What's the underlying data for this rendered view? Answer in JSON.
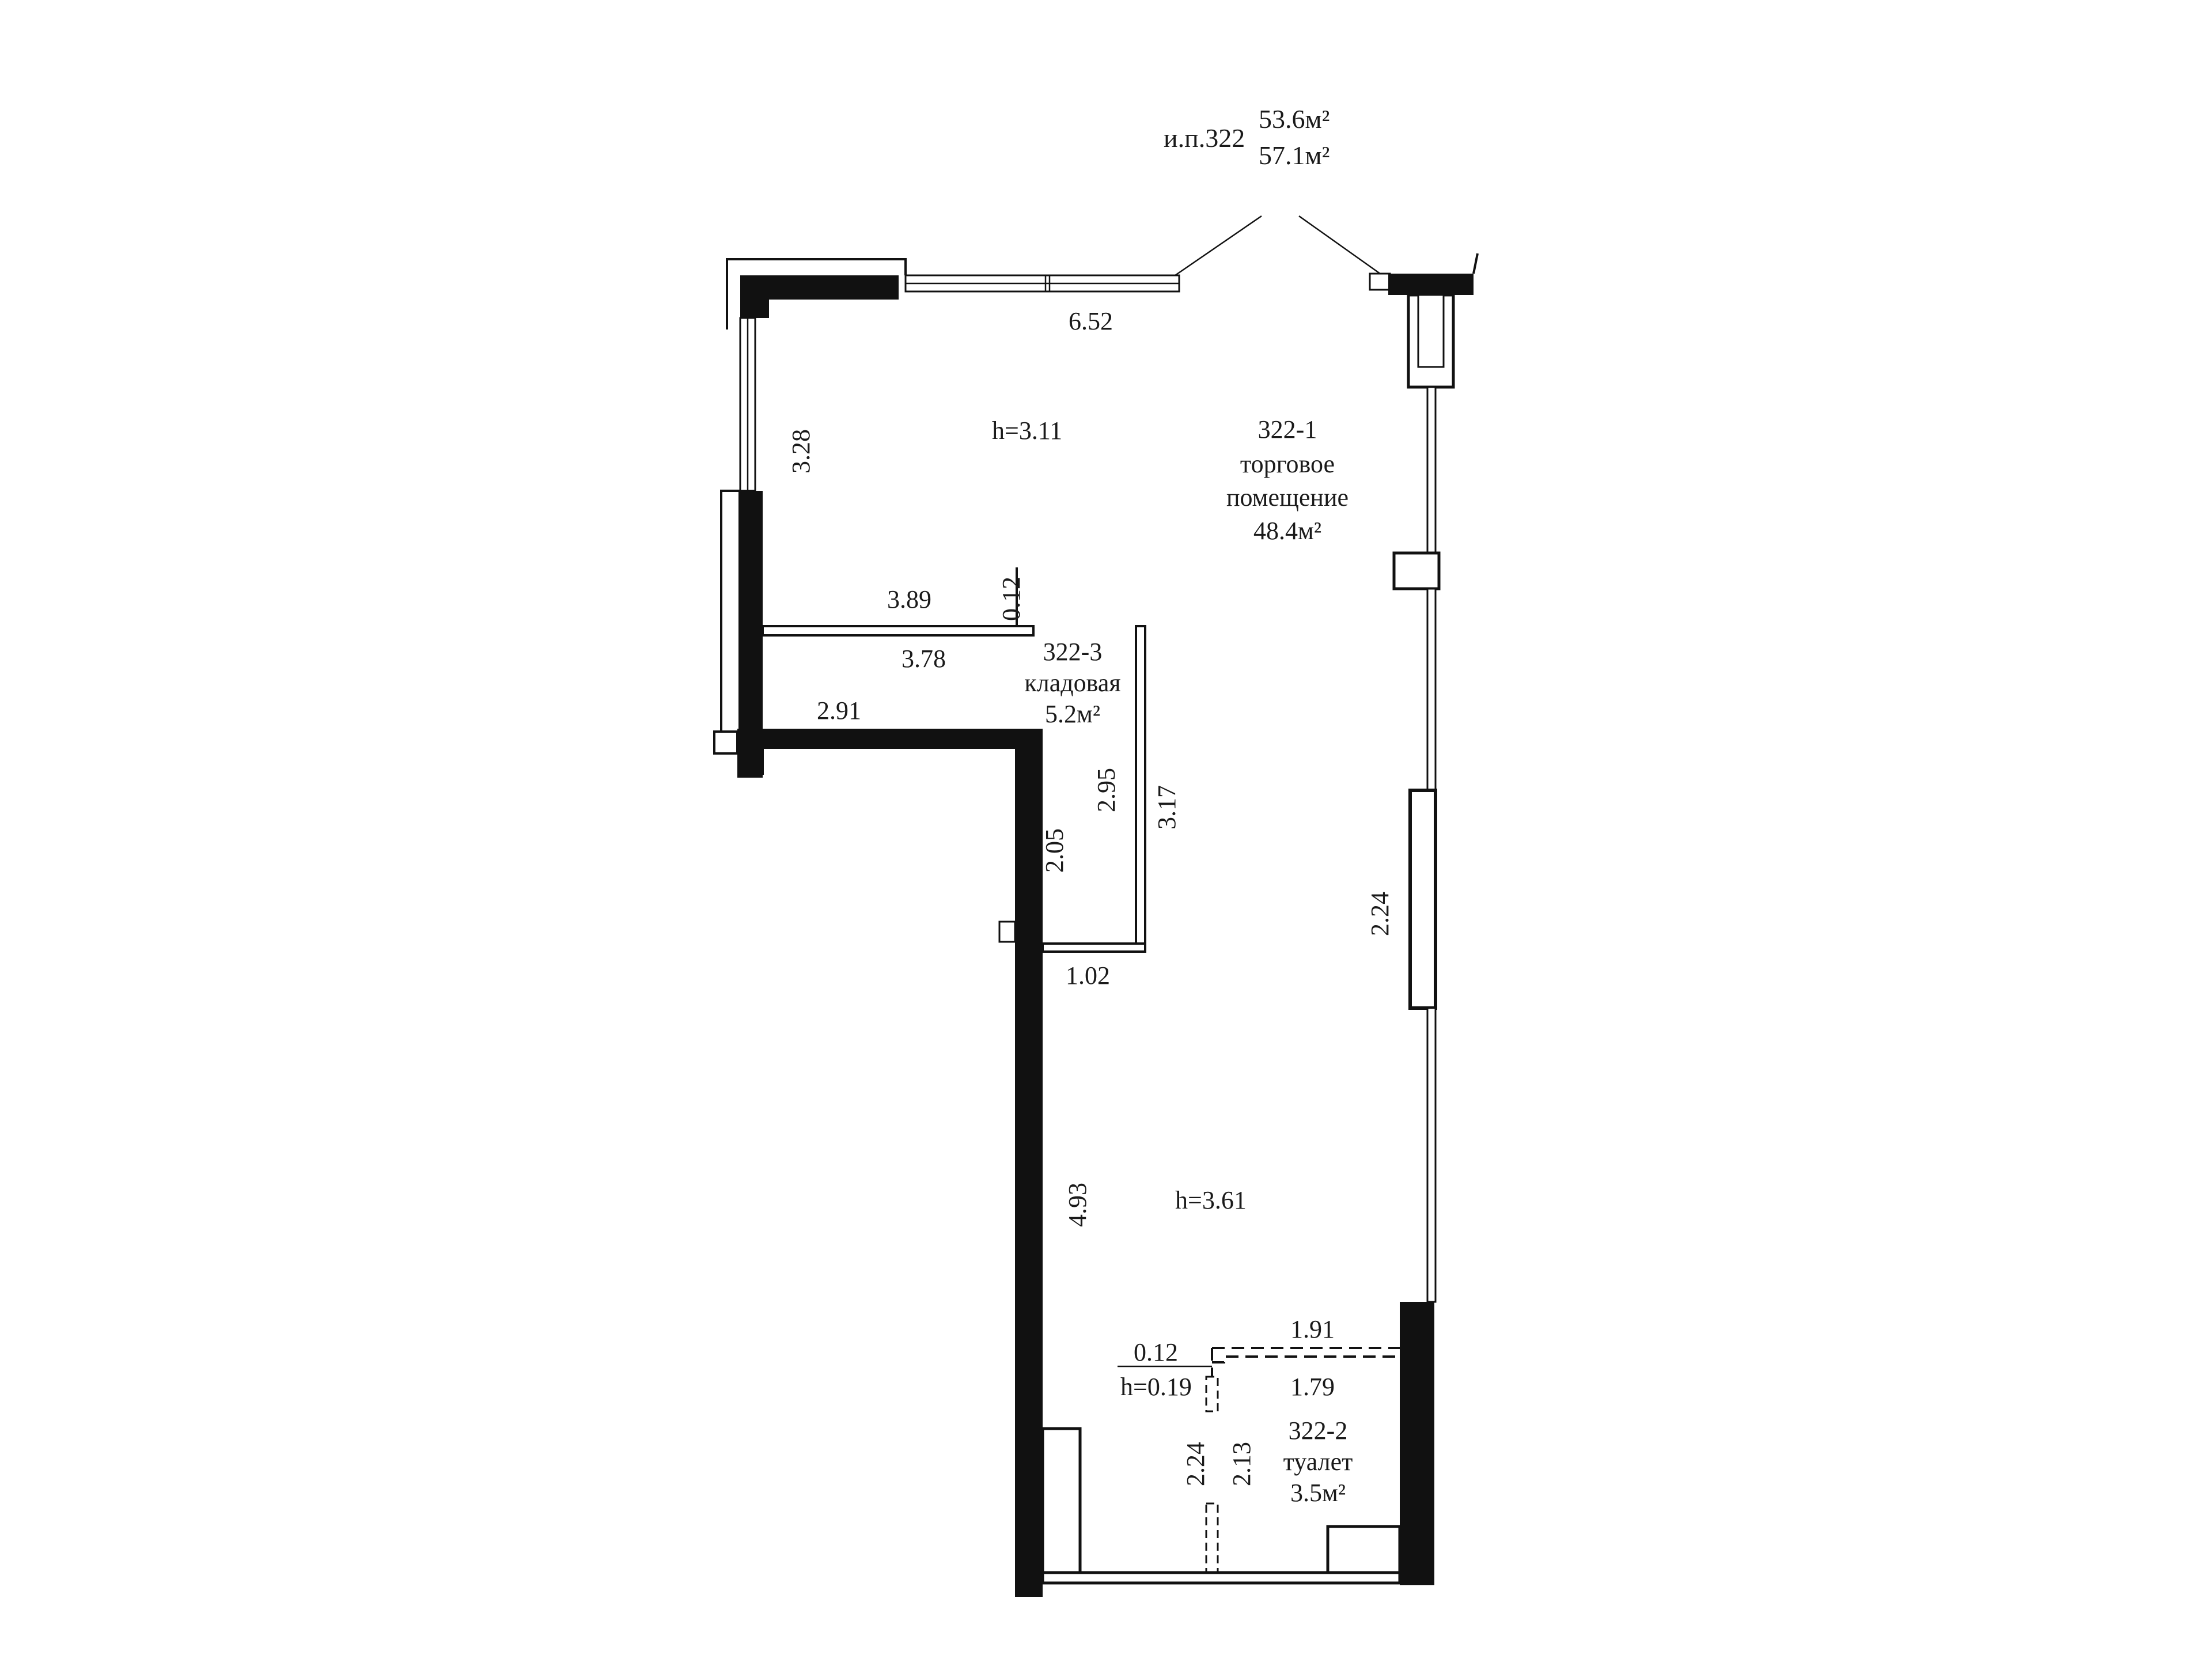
{
  "header": {
    "unit_code": "и.п.322",
    "area_1": "53.6м²",
    "area_2": "57.1м²"
  },
  "rooms": {
    "sales": {
      "code": "322-1",
      "name_line1": "торговое",
      "name_line2": "помещение",
      "area": "48.4м²"
    },
    "storage": {
      "code": "322-3",
      "name": "кладовая",
      "area": "5.2м²"
    },
    "toilet": {
      "code": "322-2",
      "name": "туалет",
      "area": "3.5м²"
    }
  },
  "heights": {
    "upper": "h=3.11",
    "lower": "h=3.61",
    "step": "h=0.19"
  },
  "dimensions": {
    "top_width": "6.52",
    "left_wall": "3.28",
    "partition_top": "3.89",
    "partition_thk": "0.12",
    "partition_bottom": "3.78",
    "lower_top": "2.91",
    "storage_inner": "2.95",
    "storage_outer": "3.17",
    "corridor": "2.05",
    "storage_bottom": "1.02",
    "right_window": "2.24",
    "lower_left": "4.93",
    "toilet_top": "1.91",
    "toilet_thk": "0.12",
    "toilet_inner": "1.79",
    "toilet_h1": "2.24",
    "toilet_h2": "2.13"
  }
}
